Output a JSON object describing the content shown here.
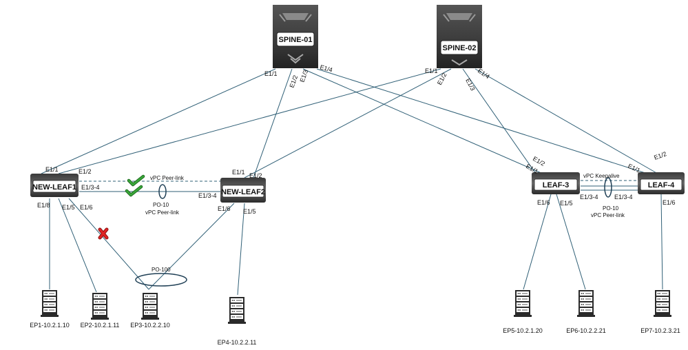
{
  "spines": [
    {
      "id": "spine1",
      "label": "SPINE-01"
    },
    {
      "id": "spine2",
      "label": "SPINE-02"
    }
  ],
  "leaves": [
    {
      "id": "newleaf1",
      "label": "NEW-LEAF1"
    },
    {
      "id": "newleaf2",
      "label": "NEW-LEAF2"
    },
    {
      "id": "leaf3",
      "label": "LEAF-3"
    },
    {
      "id": "leaf4",
      "label": "LEAF-4"
    }
  ],
  "ports": {
    "s1_e11": "E1/1",
    "s1_e12": "E1/2",
    "s1_e13": "E1/3",
    "s1_e14": "E1/4",
    "s2_e11": "E1/1",
    "s2_e12": "E1/2",
    "s2_e13": "E1/3",
    "s2_e14": "E1/4",
    "nl1_e11": "E1/1",
    "nl1_e12": "E1/2",
    "nl1_e134": "E1/3-4",
    "nl1_e18": "E1/8",
    "nl1_e15": "E1/5",
    "nl1_e16": "E1/6",
    "nl2_e11": "E1/1",
    "nl2_e12": "E1/2",
    "nl2_e134": "E1/3-4",
    "nl2_e16": "E1/6",
    "nl2_e15": "E1/5",
    "l3_e12": "E1/2",
    "l3_e11": "E1/1",
    "l3_e134": "E1/3-4",
    "l3_e16": "E1/6",
    "l3_e15": "E1/5",
    "l4_e11": "E1/1",
    "l4_e12": "E1/2",
    "l4_e134": "E1/3-4",
    "l4_e16": "E1/6"
  },
  "labels": {
    "vpc_peer_link_top": "vPC Peer-link",
    "po10_left": "PO-10",
    "vpc_peer_link_left": "vPC Peer-link",
    "po100": "PO-100",
    "vpc_keepalive": "vPC Keepalive",
    "po10_right": "PO-10",
    "vpc_peer_link_right": "vPC Peer-link"
  },
  "endpoints": [
    {
      "id": "ep1",
      "label": "EP1-10.2.1.10"
    },
    {
      "id": "ep2",
      "label": "EP2-10.2.1.11"
    },
    {
      "id": "ep3",
      "label": "EP3-10.2.2.10"
    },
    {
      "id": "ep4",
      "label": "EP4-10.2.2.11"
    },
    {
      "id": "ep5",
      "label": "EP5-10.2.1.20"
    },
    {
      "id": "ep6",
      "label": "EP6-10.2.2.21"
    },
    {
      "id": "ep7",
      "label": "EP7-10.2.3.21"
    }
  ],
  "colors": {
    "link": "#2f5f76",
    "check": "#2e8b2e",
    "fail": "#d62020"
  },
  "icons": {
    "check": "check-icon",
    "fail": "x-icon",
    "server": "server-icon"
  }
}
